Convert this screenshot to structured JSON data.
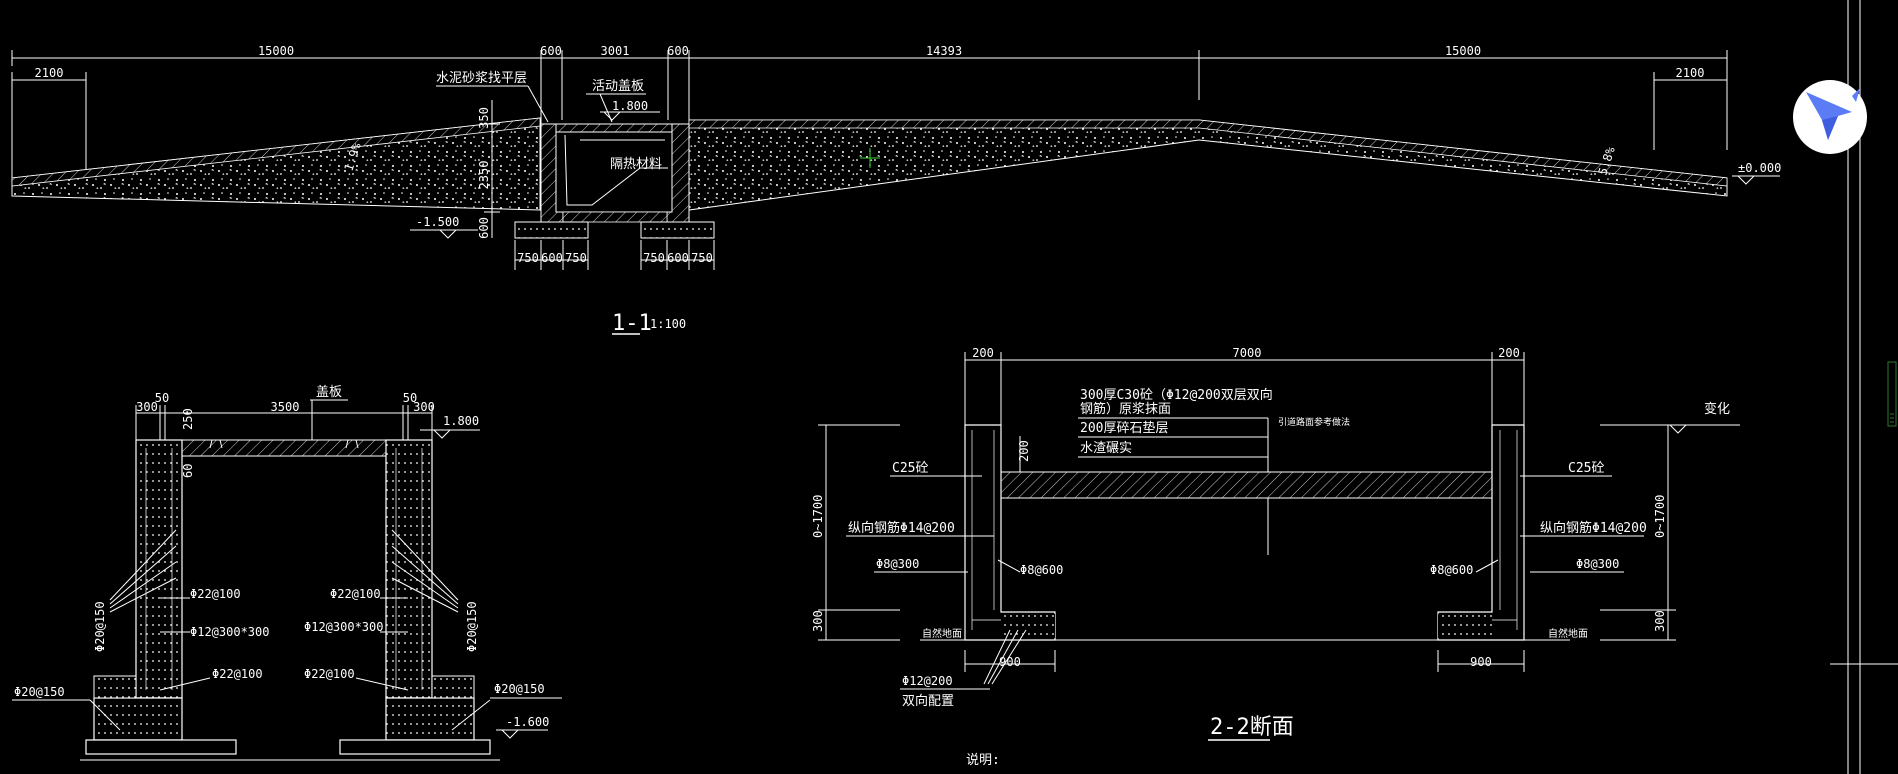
{
  "section_1_1": {
    "dims_top": [
      "15000",
      "600",
      "3001",
      "600",
      "14393",
      "15000"
    ],
    "dim_left_2100": "2100",
    "dim_right_2100": "2100",
    "label_mortar": "水泥砂浆找平层",
    "label_cover": "活动盖板",
    "elev_top": "1.800",
    "label_insulation": "隔热材料",
    "elev_bottom": "-1.500",
    "elev_zero": "±0.000",
    "dim_350": "350",
    "dim_2350": "2350",
    "dim_600v": "600",
    "slope_left": "1.9%",
    "slope_right": "5.8%",
    "footing_dims_left": [
      "750",
      "600",
      "750"
    ],
    "footing_dims_right": [
      "750",
      "600",
      "750"
    ],
    "title": "1-1",
    "scale": "1:100"
  },
  "trench_detail": {
    "label_cover": "盖板",
    "dims_top": [
      "300",
      "50",
      "3500",
      "50",
      "300"
    ],
    "dim_250": "250",
    "dim_60": "60",
    "elev_top": "1.800",
    "rebar_vert_left": "Φ20@150",
    "rebar_vert_right": "Φ20@150",
    "rebar_220_left": "Φ22@100",
    "rebar_220_right": "Φ22@100",
    "rebar_grid_left": "Φ12@300*300",
    "rebar_grid_right": "Φ12@300*300",
    "rebar_foot_left": "Φ22@100",
    "rebar_foot_right": "Φ22@100",
    "rebar_base_left": "Φ20@150",
    "rebar_base_right": "Φ20@150",
    "elev_bottom": "-1.600"
  },
  "section_2_2": {
    "dims_top": [
      "200",
      "7000",
      "200"
    ],
    "layer_1": "300厚C30砼（Φ12@200双层双向",
    "layer_1b": "钢筋）原浆抹面",
    "layer_2": "200厚碎石垫层",
    "layer_3": "水渣碾实",
    "leader_note": "引道路面参考做法",
    "dim_200v": "200",
    "label_c25_left": "C25砼",
    "label_c25_right": "C25砼",
    "rebar_long_left": "纵向钢筋Φ14@200",
    "rebar_long_right": "纵向钢筋Φ14@200",
    "rebar_8300_left": "Φ8@300",
    "rebar_8300_right": "Φ8@300",
    "rebar_8600_left": "Φ8@600",
    "rebar_8600_right": "Φ8@600",
    "height_left": "0~1700",
    "height_right": "0~1700",
    "dim_300_left": "300",
    "dim_300_right": "300",
    "label_change": "变化",
    "ground_left": "自然地面",
    "ground_right": "自然地面",
    "dim_900_left": "900",
    "dim_900_right": "900",
    "rebar_bottom": "Φ12@200",
    "rebar_bottom_note": "双向配置",
    "title": "2-2断面"
  },
  "notes_label": "说明:",
  "logo_icon": "paper-plane-bird-icon",
  "colors": {
    "background": "#000000",
    "lines": "#ffffff",
    "logo_bg": "#ffffff",
    "logo_fg": "#5b7cf5"
  }
}
